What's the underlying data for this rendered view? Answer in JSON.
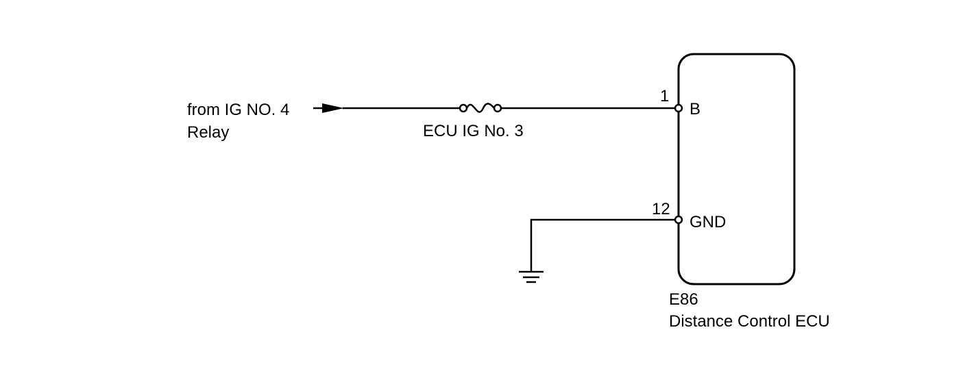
{
  "source": {
    "line1": "from IG NO. 4",
    "line2": "Relay"
  },
  "fuse": {
    "label": "ECU IG No. 3"
  },
  "ecu": {
    "connector": "E86",
    "name": "Distance Control ECU",
    "pins": [
      {
        "number": "1",
        "label": "B"
      },
      {
        "number": "12",
        "label": "GND"
      }
    ]
  },
  "colors": {
    "line": "#000000",
    "background": "#ffffff"
  }
}
